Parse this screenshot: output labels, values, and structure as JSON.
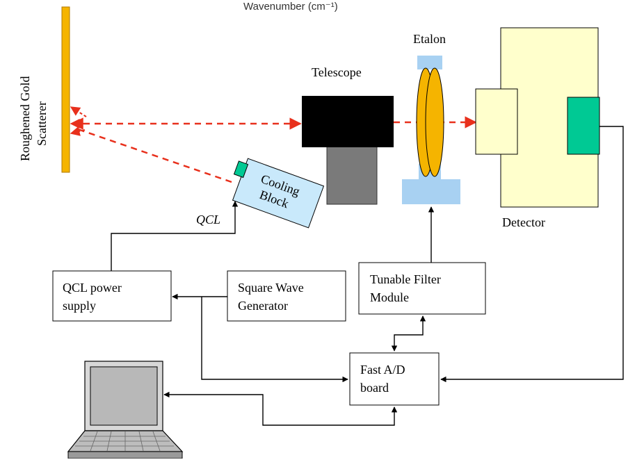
{
  "caption": {
    "top_text": "Wavenumber (cm⁻¹)"
  },
  "labels": {
    "scatterer_line1": "Roughened Gold",
    "scatterer_line2": "Scatterer",
    "telescope": "Telescope",
    "etalon": "Etalon",
    "detector": "Detector",
    "cooling_line1": "Cooling",
    "cooling_line2": "Block",
    "qcl": "QCL"
  },
  "boxes": {
    "qcl_power_line1": "QCL power",
    "qcl_power_line2": "supply",
    "square_wave_line1": "Square Wave",
    "square_wave_line2": "Generator",
    "tunable_line1": "Tunable Filter",
    "tunable_line2": "Module",
    "fast_ad_line1": "Fast A/D",
    "fast_ad_line2": "board"
  },
  "colors": {
    "beam": "#e8301c",
    "gold": "#f5b400",
    "telescope_body": "#000000",
    "telescope_base": "#7a7a7a",
    "etalon_mount": "#a8d1f2",
    "detector_body": "#ffffcc",
    "detector_window": "#00c994",
    "cooling_block": "#c9e9fb",
    "laptop_screen": "#b8b8b8",
    "laptop_keys": "#bdbdbd"
  }
}
